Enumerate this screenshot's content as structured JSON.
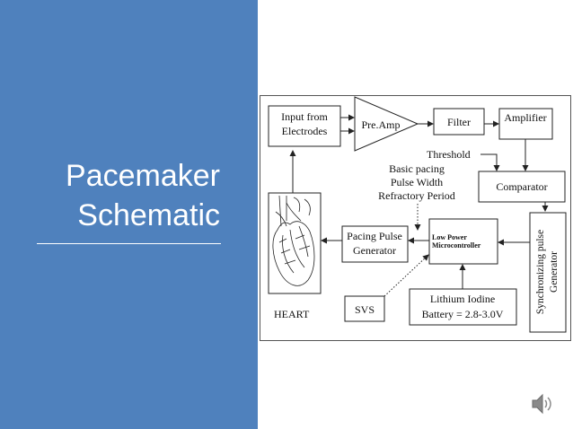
{
  "slide": {
    "title_line1": "Pacemaker",
    "title_line2": "Schematic"
  },
  "diagram": {
    "input_from": "Input from",
    "electrodes": "Electrodes",
    "preamp": "Pre.Amp",
    "filter": "Filter",
    "amplifier": "Amplifier",
    "threshold": "Threshold",
    "comparator": "Comparator",
    "basic_pacing": "Basic pacing",
    "pulse_width": "Pulse Width",
    "refractory_period": "Refractory Period",
    "low_power": "Low Power",
    "microcontroller": "Microcontroller",
    "pacing_pulse": "Pacing Pulse",
    "generator": "Generator",
    "sync_line1": "Synchronizing pulse",
    "sync_line2": "Generator",
    "heart": "HEART",
    "svs": "SVS",
    "lithium_iodine": "Lithium Iodine",
    "battery": "Battery = 2.8-3.0V"
  },
  "icons": {
    "speaker": "speaker-icon"
  },
  "colors": {
    "panel": "#4f81bd",
    "title_text": "#ffffff"
  }
}
